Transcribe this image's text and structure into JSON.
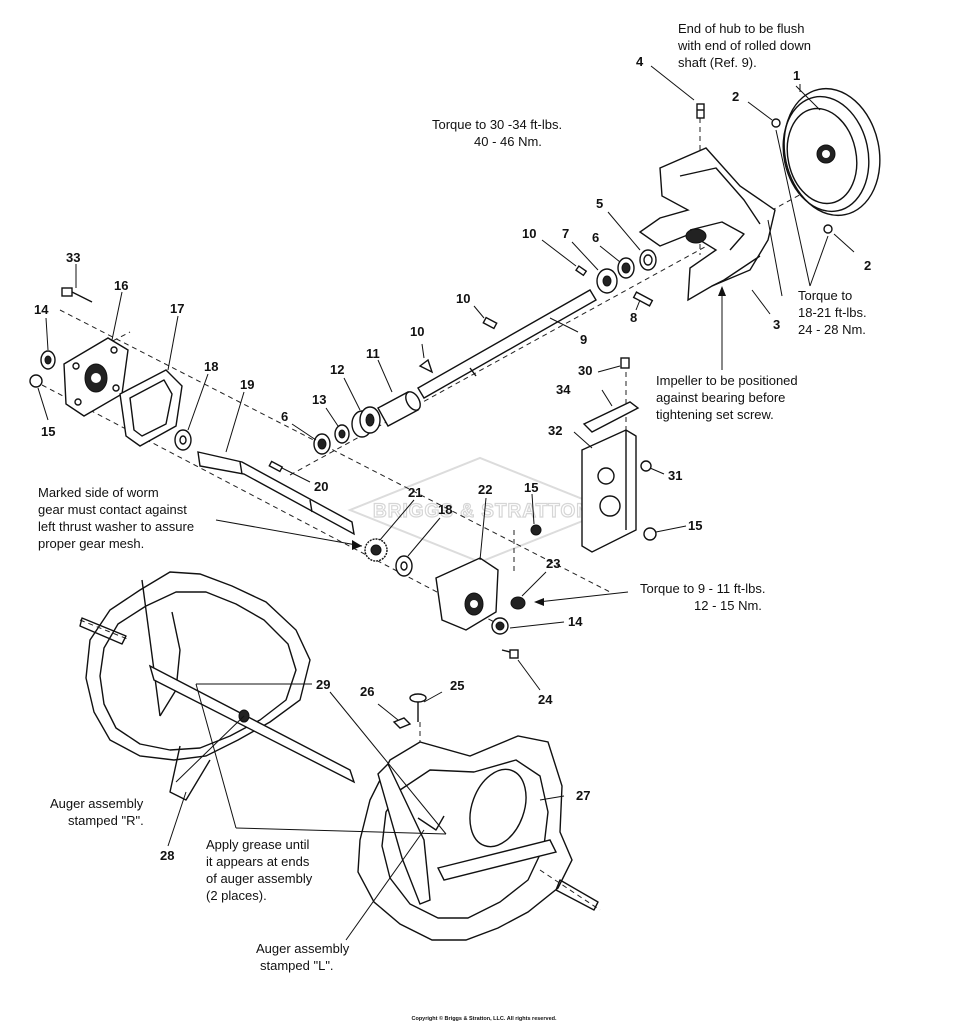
{
  "callouts": [
    {
      "id": "c1",
      "label": "1"
    },
    {
      "id": "c2a",
      "label": "2"
    },
    {
      "id": "c2b",
      "label": "2"
    },
    {
      "id": "c3",
      "label": "3"
    },
    {
      "id": "c4",
      "label": "4"
    },
    {
      "id": "c5",
      "label": "5"
    },
    {
      "id": "c6a",
      "label": "6"
    },
    {
      "id": "c6b",
      "label": "6"
    },
    {
      "id": "c7",
      "label": "7"
    },
    {
      "id": "c8",
      "label": "8"
    },
    {
      "id": "c9",
      "label": "9"
    },
    {
      "id": "c10a",
      "label": "10"
    },
    {
      "id": "c10b",
      "label": "10"
    },
    {
      "id": "c10c",
      "label": "10"
    },
    {
      "id": "c11",
      "label": "11"
    },
    {
      "id": "c12",
      "label": "12"
    },
    {
      "id": "c13",
      "label": "13"
    },
    {
      "id": "c14a",
      "label": "14"
    },
    {
      "id": "c14b",
      "label": "14"
    },
    {
      "id": "c15a",
      "label": "15"
    },
    {
      "id": "c15b",
      "label": "15"
    },
    {
      "id": "c15c",
      "label": "15"
    },
    {
      "id": "c16",
      "label": "16"
    },
    {
      "id": "c17",
      "label": "17"
    },
    {
      "id": "c18a",
      "label": "18"
    },
    {
      "id": "c18b",
      "label": "18"
    },
    {
      "id": "c19",
      "label": "19"
    },
    {
      "id": "c20",
      "label": "20"
    },
    {
      "id": "c21",
      "label": "21"
    },
    {
      "id": "c22",
      "label": "22"
    },
    {
      "id": "c23",
      "label": "23"
    },
    {
      "id": "c24",
      "label": "24"
    },
    {
      "id": "c25",
      "label": "25"
    },
    {
      "id": "c26",
      "label": "26"
    },
    {
      "id": "c27",
      "label": "27"
    },
    {
      "id": "c28",
      "label": "28"
    },
    {
      "id": "c29",
      "label": "29"
    },
    {
      "id": "c30",
      "label": "30"
    },
    {
      "id": "c31",
      "label": "31"
    },
    {
      "id": "c32",
      "label": "32"
    },
    {
      "id": "c33",
      "label": "33"
    },
    {
      "id": "c34",
      "label": "34"
    }
  ],
  "notes": {
    "hub_flush": [
      "End of hub to be flush",
      "with end of rolled down",
      "shaft (Ref. 9)."
    ],
    "torque_shaft": [
      "Torque to 30 -34 ft-lbs.",
      "40 - 46 Nm."
    ],
    "torque_pulley": [
      "Torque to",
      "18-21 ft-lbs.",
      "24 -  28 Nm."
    ],
    "impeller": [
      "Impeller to be positioned",
      "against bearing before",
      "tightening set screw."
    ],
    "worm_gear": [
      "Marked side of worm",
      "gear must contact against",
      "left thrust washer to assure",
      "proper gear mesh."
    ],
    "torque_housing": [
      "Torque to 9 - 11 ft-lbs.",
      "12 - 15 Nm."
    ],
    "auger_r": [
      "Auger assembly",
      "stamped \"R\"."
    ],
    "grease": [
      "Apply grease until",
      "it appears at ends",
      "of auger assembly",
      "(2 places)."
    ],
    "auger_l": [
      "Auger assembly",
      "stamped \"L\"."
    ]
  },
  "watermark": "BRIGGS & STRATTON",
  "copyright": "Copyright © Briggs & Stratton, LLC. All rights reserved."
}
